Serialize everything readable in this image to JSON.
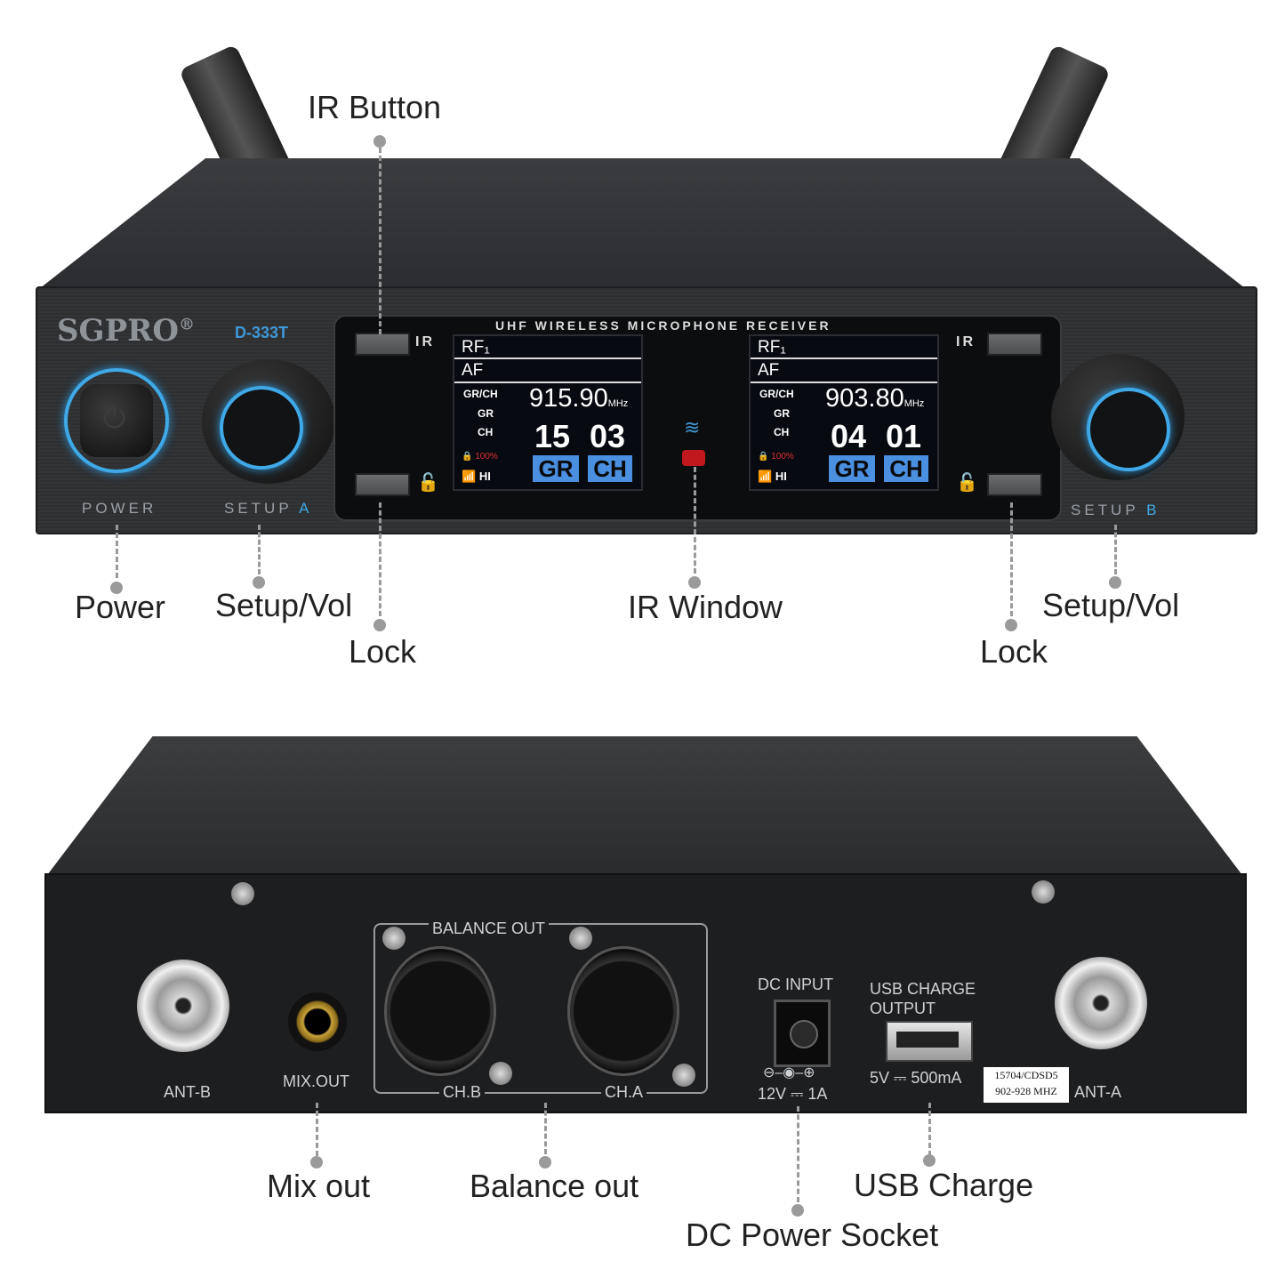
{
  "callouts": {
    "ir_button": "IR Button",
    "power": "Power",
    "setup_vol_a": "Setup/Vol",
    "lock_a": "Lock",
    "ir_window": "IR Window",
    "setup_vol_b": "Setup/Vol",
    "lock_b": "Lock",
    "mix_out": "Mix out",
    "balance_out": "Balance out",
    "dc_power_socket": "DC Power Socket",
    "usb_charge": "USB Charge"
  },
  "front": {
    "brand": "SGPRO",
    "brand_mark": "®",
    "model": "D-333T",
    "header": "UHF WIRELESS MICROPHONE RECEIVER",
    "ir_label": "IR",
    "power_label": "POWER",
    "setup_a_label": "SETUP",
    "setup_a_letter": "A",
    "setup_b_label": "SETUP",
    "setup_b_letter": "B",
    "lcd_a": {
      "rf": "RF₁",
      "af": "AF",
      "grch": "GR/CH",
      "gr": "GR",
      "ch": "CH",
      "freq": "915.90",
      "unit": "MHz",
      "group": "15",
      "channel": "03",
      "battery": "100%",
      "power": "HI"
    },
    "lcd_b": {
      "rf": "RF₁",
      "af": "AF",
      "grch": "GR/CH",
      "gr": "GR",
      "ch": "CH",
      "freq": "903.80",
      "unit": "MHz",
      "group": "04",
      "channel": "01",
      "battery": "100%",
      "power": "HI"
    },
    "colors": {
      "accent": "#3fa9e8",
      "lcd_tag": "#4a8fe0",
      "ir_window": "#c0181c"
    }
  },
  "rear": {
    "ant_b": "ANT-B",
    "mix_out": "MIX.OUT",
    "balance_out": "BALANCE OUT",
    "ch_b": "CH.B",
    "ch_a": "CH.A",
    "dc_input": "DC INPUT",
    "dc_voltage": "12V",
    "dc_current": "1A",
    "usb_line1": "USB CHARGE",
    "usb_line2": "OUTPUT",
    "usb_voltage": "5V",
    "usb_current": "500mA",
    "sticker_line1": "15704/CDSD5",
    "sticker_line2": "902-928 MHZ",
    "ant_a": "ANT-A"
  }
}
